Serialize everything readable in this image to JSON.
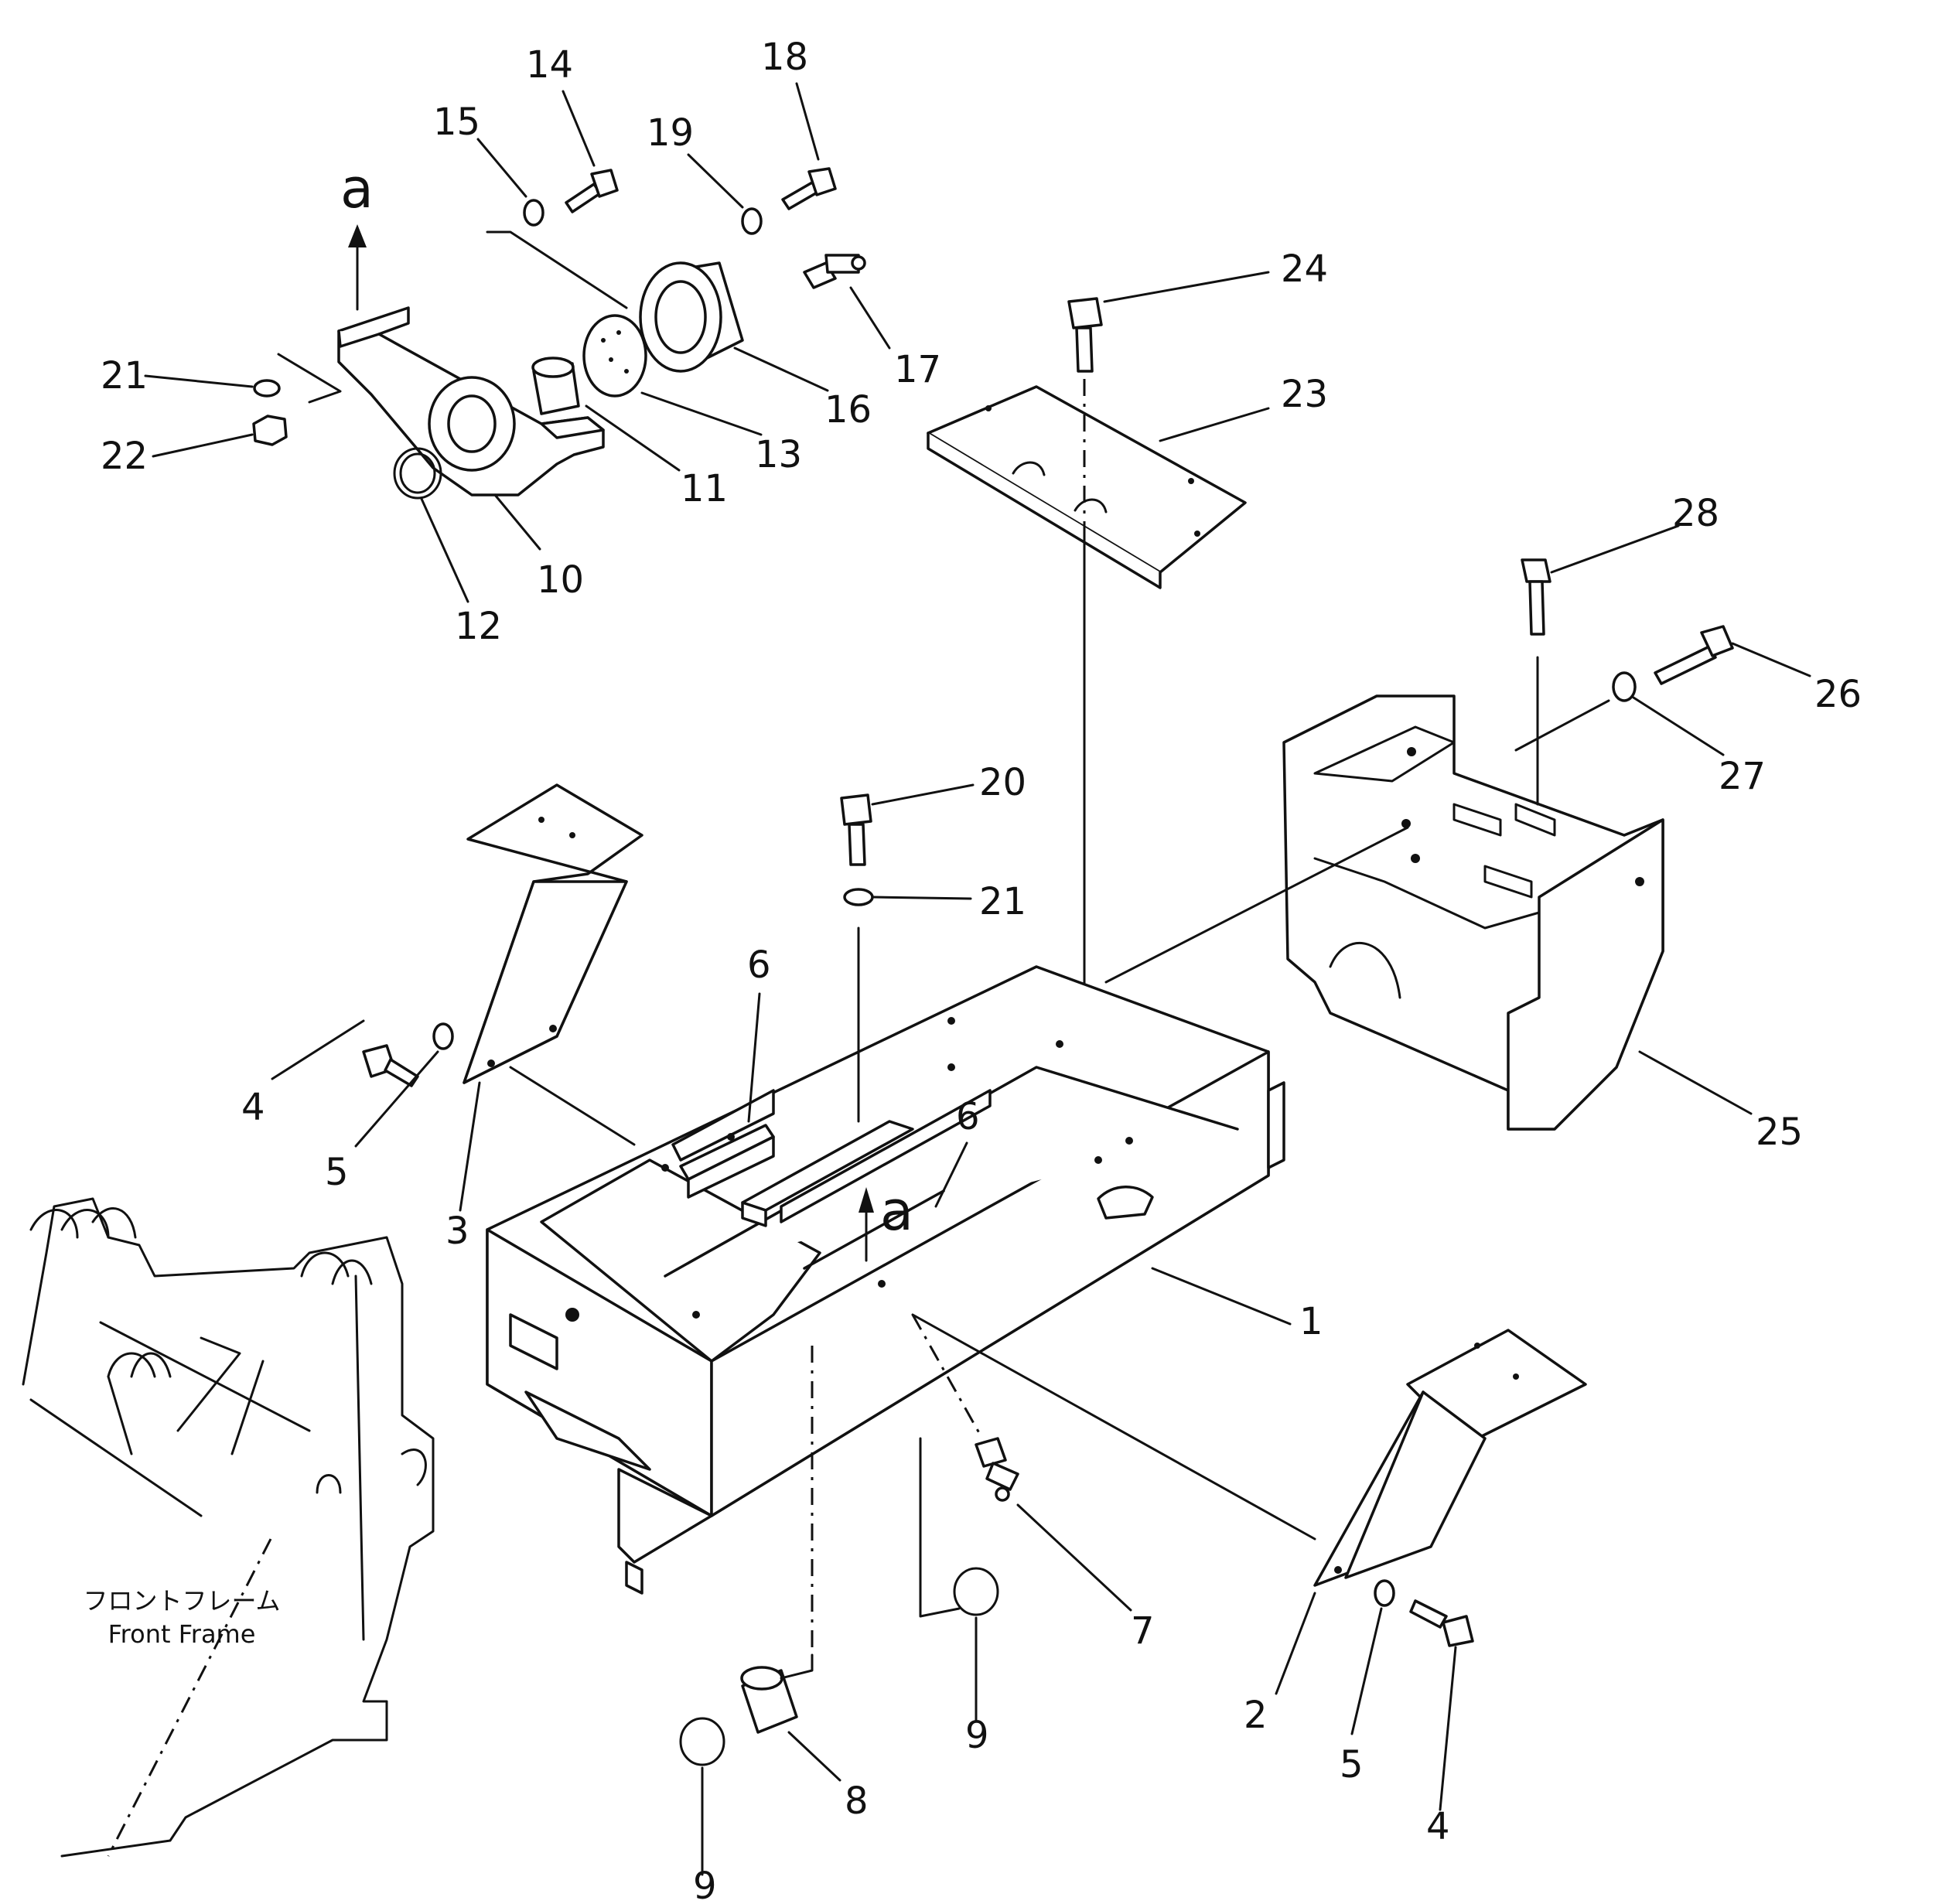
{
  "view_refs": [
    "a",
    "a"
  ],
  "callouts": [
    "1",
    "2",
    "3",
    "4",
    "5",
    "6",
    "6",
    "7",
    "8",
    "9",
    "9",
    "10",
    "11",
    "12",
    "13",
    "14",
    "15",
    "16",
    "17",
    "18",
    "19",
    "20",
    "21",
    "21",
    "22",
    "23",
    "24",
    "25",
    "26",
    "27",
    "28",
    "4",
    "5"
  ],
  "front_frame": {
    "label_jp": "フロントフレーム",
    "label_en": "Front Frame"
  },
  "colors": {
    "ink": "#111111",
    "paper": "#ffffff"
  }
}
